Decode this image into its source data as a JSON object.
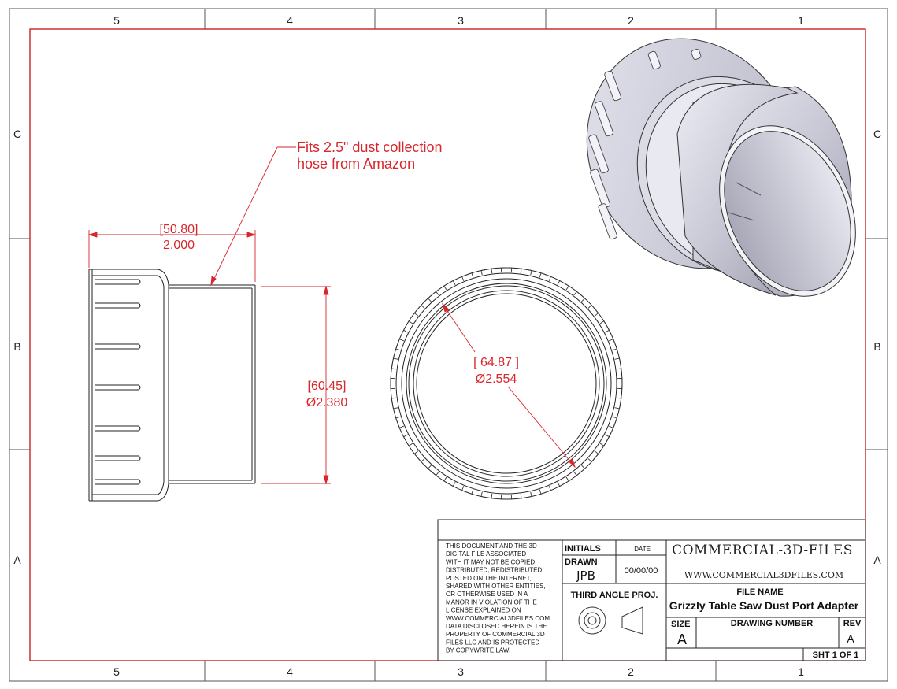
{
  "zones": {
    "columns": [
      "5",
      "4",
      "3",
      "2",
      "1"
    ],
    "rows": [
      "C",
      "B",
      "A"
    ]
  },
  "side_view": {
    "length_mm": "[50.80]",
    "length_in": "2.000",
    "diameter_mm": "[60.45]",
    "diameter_in": "Ø2.380"
  },
  "end_view": {
    "diameter_mm": "[ 64.87 ]",
    "diameter_in": "Ø2.554"
  },
  "callout": {
    "line1": "Fits 2.5\" dust collection",
    "line2": "hose from Amazon"
  },
  "title_block": {
    "notice_lines": [
      "THIS DOCUMENT AND THE 3D",
      "DIGITAL FILE ASSOCIATED",
      "WITH IT MAY NOT BE COPIED,",
      "DISTRIBUTED, REDISTRIBUTED,",
      "POSTED ON THE INTERNET,",
      "SHARED WITH OTHER ENTITIES,",
      "OR OTHERWISE USED IN A",
      "MANOR IN VIOLATION OF THE",
      "LICENSE EXPLAINED ON",
      "WWW.COMMERCIAL3DFILES.COM.",
      "DATA DISCLOSED HEREIN IS THE",
      "PROPERTY OF COMMERCIAL 3D",
      "FILES LLC AND IS PROTECTED",
      "BY COPYWRITE LAW."
    ],
    "initials_label": "INITIALS",
    "date_label": "DATE",
    "drawn_label": "DRAWN",
    "drawn_by": "JPB",
    "date_value": "00/00/00",
    "projection_label": "THIRD ANGLE PROJ.",
    "company": "COMMERCIAL-3D-FILES",
    "website": "WWW.COMMERCIAL3DFILES.COM",
    "file_name_label": "FILE NAME",
    "file_name": "Grizzly Table Saw Dust Port Adapter",
    "size_label": "SIZE",
    "size_value": "A",
    "drawing_number_label": "DRAWING NUMBER",
    "drawing_number": "",
    "rev_label": "REV",
    "rev_value": "A",
    "sheet": "SHT 1  OF 1"
  }
}
